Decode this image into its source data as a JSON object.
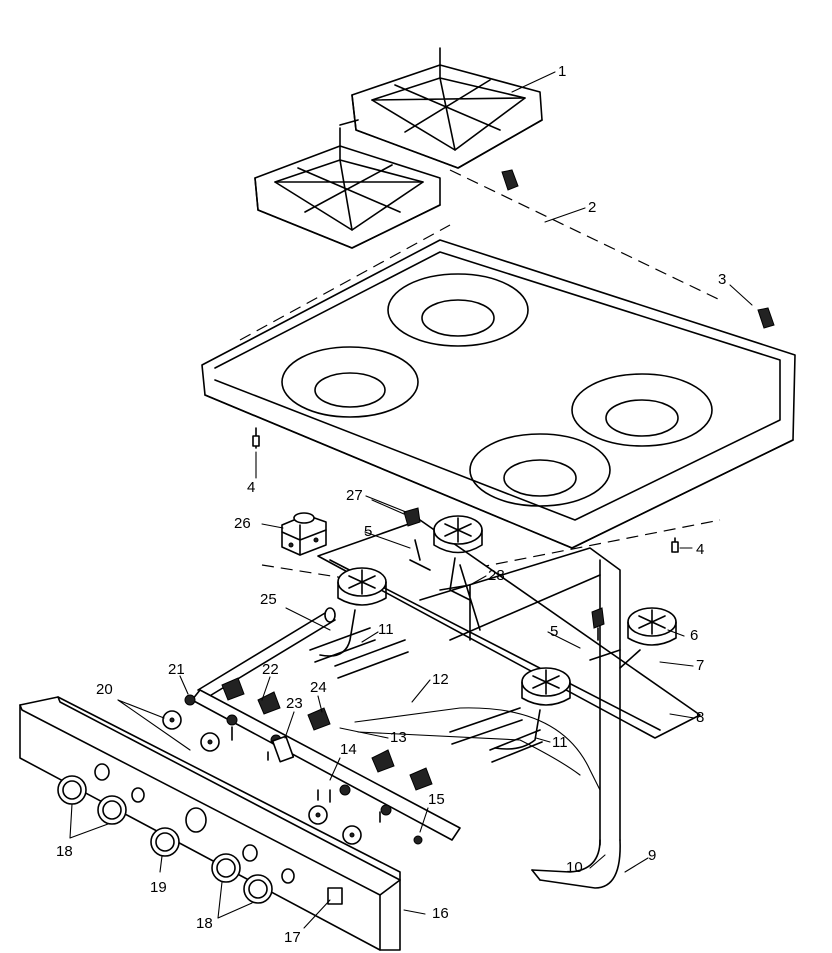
{
  "diagram": {
    "callouts": [
      {
        "id": "c1",
        "text": "1"
      },
      {
        "id": "c2",
        "text": "2"
      },
      {
        "id": "c3",
        "text": "3"
      },
      {
        "id": "c4a",
        "text": "4"
      },
      {
        "id": "c4b",
        "text": "4"
      },
      {
        "id": "c5a",
        "text": "5"
      },
      {
        "id": "c5b",
        "text": "5"
      },
      {
        "id": "c6",
        "text": "6"
      },
      {
        "id": "c7",
        "text": "7"
      },
      {
        "id": "c8",
        "text": "8"
      },
      {
        "id": "c9",
        "text": "9"
      },
      {
        "id": "c10",
        "text": "10"
      },
      {
        "id": "c11a",
        "text": "11"
      },
      {
        "id": "c11b",
        "text": "11"
      },
      {
        "id": "c12",
        "text": "12"
      },
      {
        "id": "c13",
        "text": "13"
      },
      {
        "id": "c14",
        "text": "14"
      },
      {
        "id": "c15",
        "text": "15"
      },
      {
        "id": "c16",
        "text": "16"
      },
      {
        "id": "c17",
        "text": "17"
      },
      {
        "id": "c18a",
        "text": "18"
      },
      {
        "id": "c18b",
        "text": "18"
      },
      {
        "id": "c19",
        "text": "19"
      },
      {
        "id": "c20",
        "text": "20"
      },
      {
        "id": "c21",
        "text": "21"
      },
      {
        "id": "c22",
        "text": "22"
      },
      {
        "id": "c23",
        "text": "23"
      },
      {
        "id": "c24",
        "text": "24"
      },
      {
        "id": "c25",
        "text": "25"
      },
      {
        "id": "c26",
        "text": "26"
      },
      {
        "id": "c27",
        "text": "27"
      },
      {
        "id": "c28",
        "text": "28"
      }
    ]
  }
}
